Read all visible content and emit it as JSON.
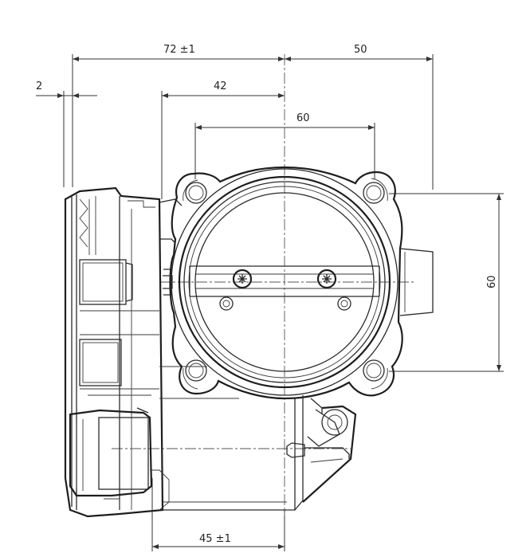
{
  "dimensions": {
    "overall_width": "72 ±1",
    "right_extent": "50",
    "flange_offset": "2",
    "bore_offset": "42",
    "bolt_spacing_horizontal": "60",
    "bolt_spacing_vertical": "60",
    "bottom_offset": "45 ±1"
  }
}
